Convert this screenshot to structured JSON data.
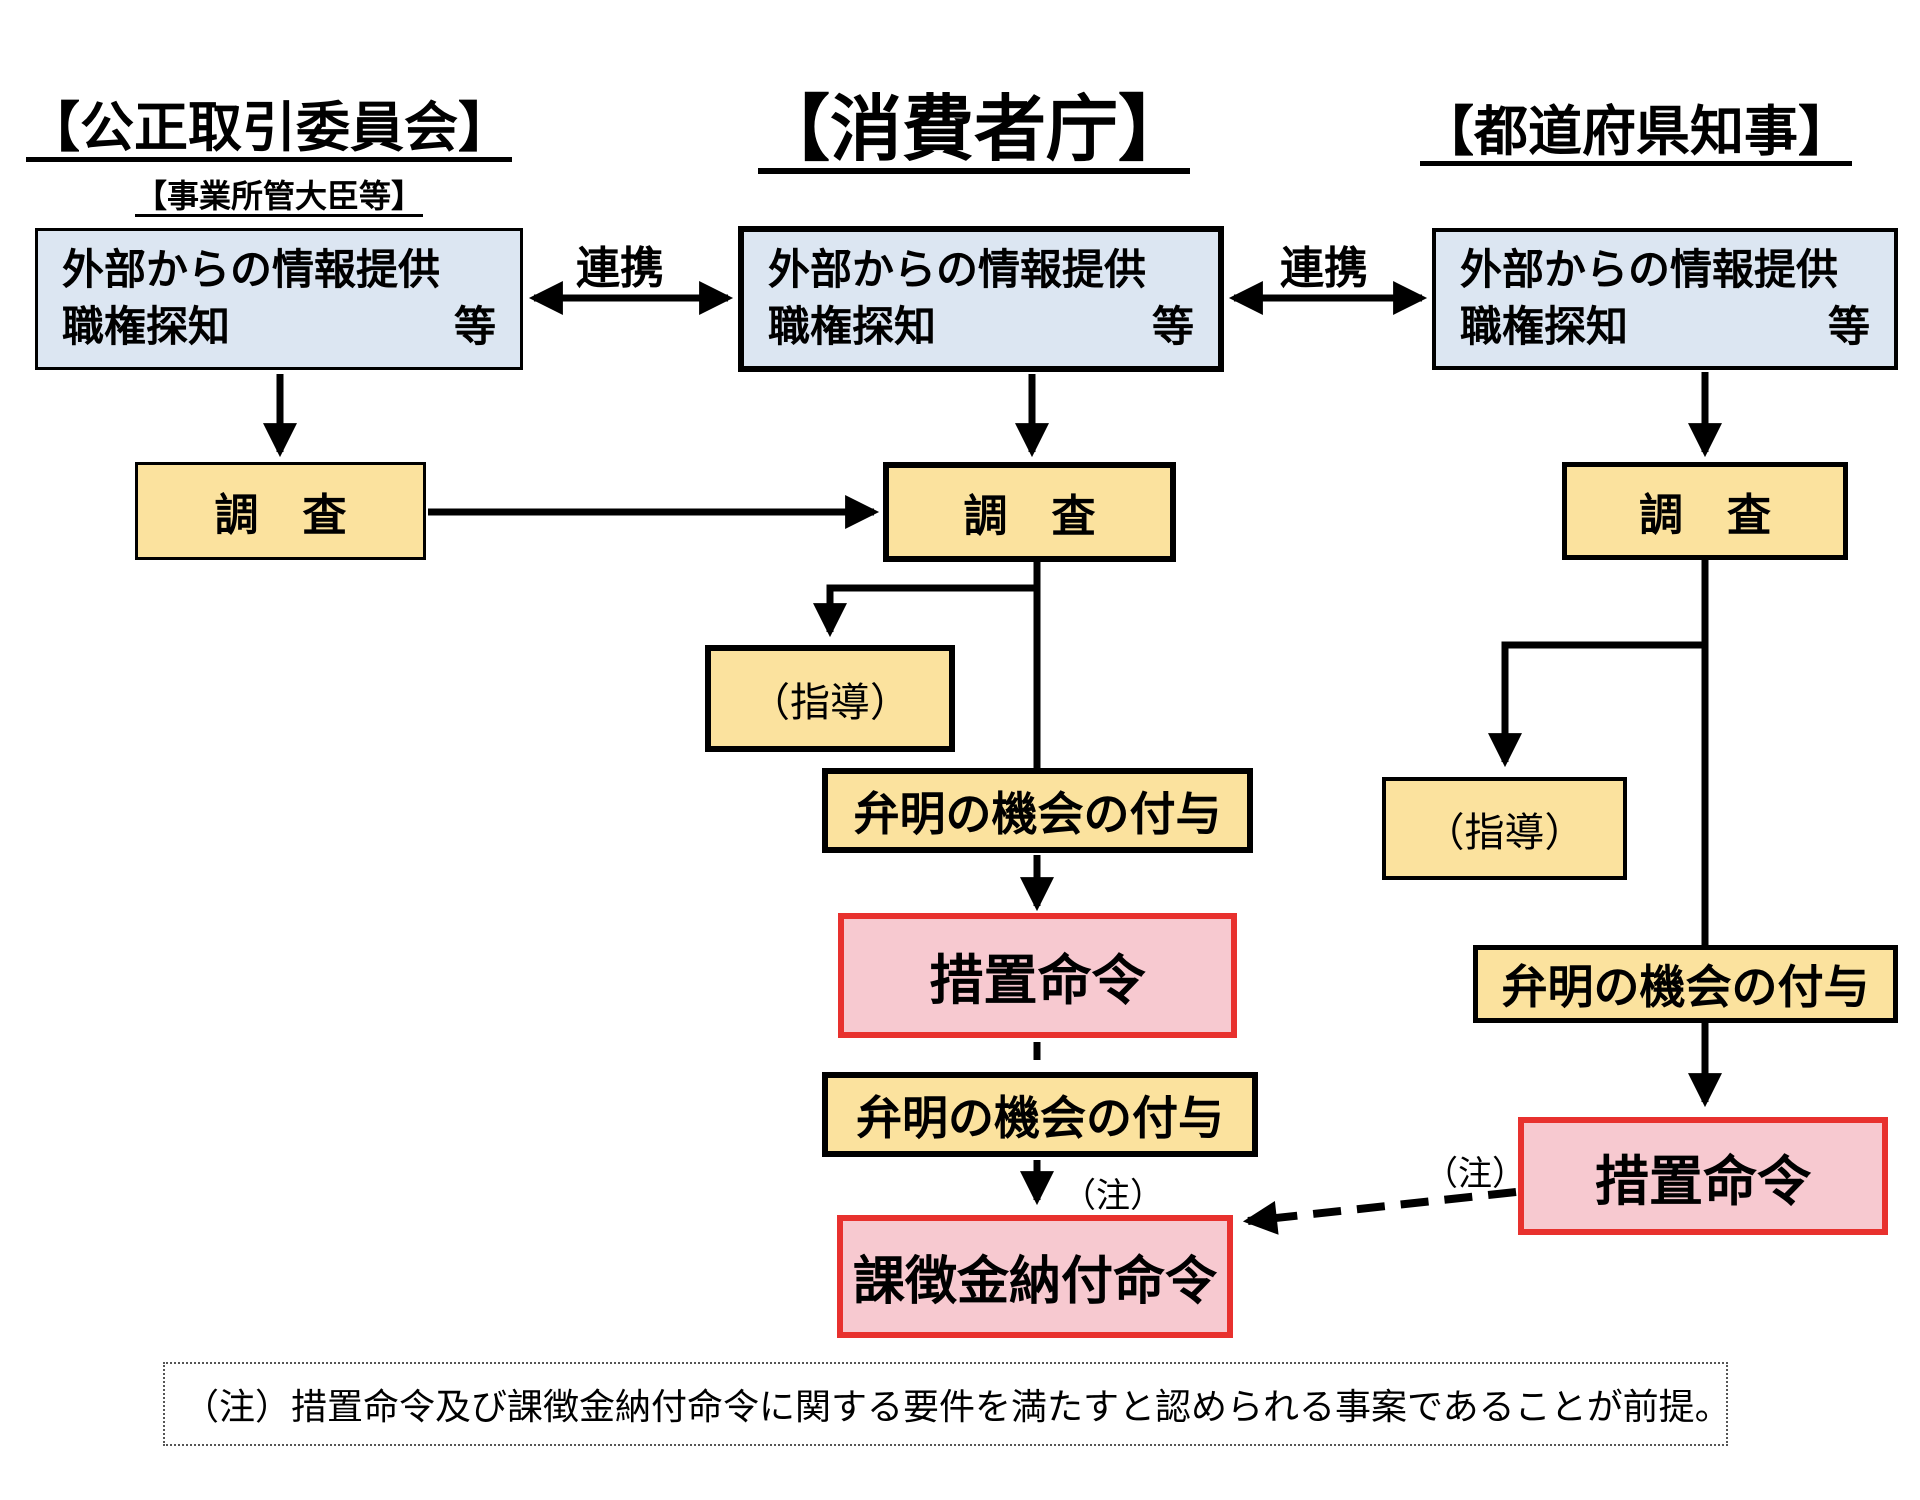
{
  "palette": {
    "box_blue": "#dce6f2",
    "box_yellow": "#fbe29e",
    "box_pink": "#f7c9d0",
    "border_red": "#e8312e",
    "line_black": "#000000"
  },
  "headers": {
    "left": {
      "title": "【公正取引委員会】",
      "subtitle": "【事業所管大臣等】"
    },
    "center": {
      "title": "【消費者庁】"
    },
    "right": {
      "title": "【都道府県知事】"
    }
  },
  "labels": {
    "cooperation": "連携",
    "intake_line1": "外部からの情報提供",
    "intake_line2": "職権探知",
    "intake_etc": "等",
    "investigation": "調　査",
    "guidance": "（指導）",
    "hearing": "弁明の機会の付与",
    "order": "措置命令",
    "surcharge": "課徴金納付命令",
    "note_ref": "（注）",
    "note": "（注）措置命令及び課徴金納付命令に関する要件を満たすと認められる事案であることが前提。"
  }
}
